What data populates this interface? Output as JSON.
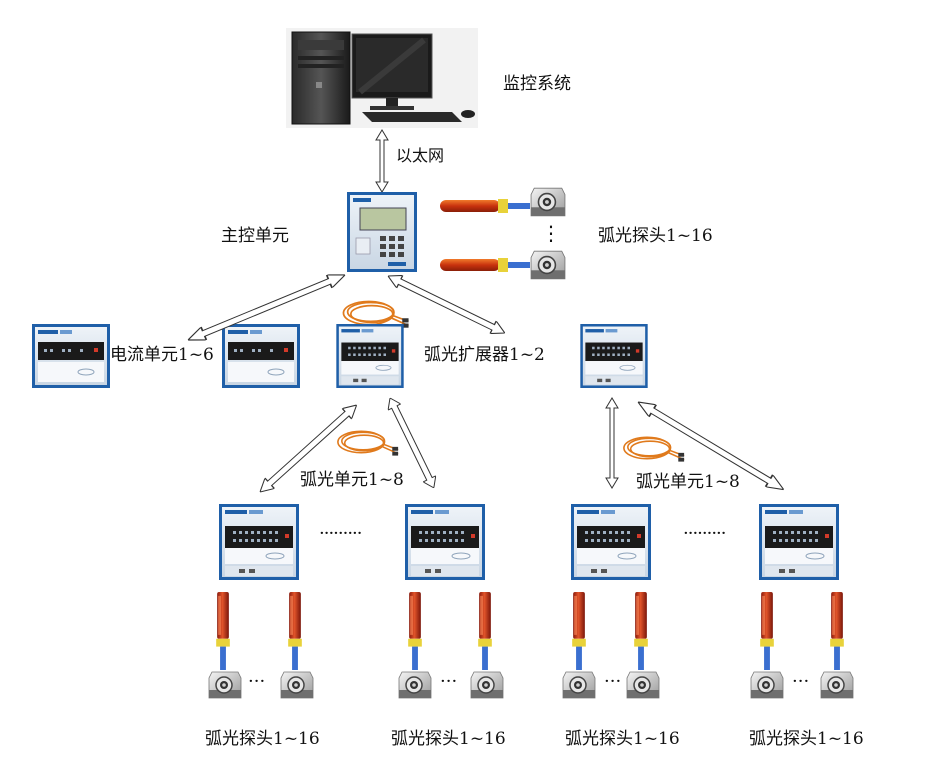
{
  "labels": {
    "monitor_system": "监控系统",
    "ethernet": "以太网",
    "main_control_unit": "主控单元",
    "arc_probe_top": "弧光探头1~16",
    "current_unit": "电流单元1~6",
    "arc_expander": "弧光扩展器1~2",
    "arc_unit_left": "弧光单元1~8",
    "arc_unit_right": "弧光单元1~8",
    "probe_group_1": "弧光探头1~16",
    "probe_group_2": "弧光探头1~16",
    "probe_group_3": "弧光探头1~16",
    "probe_group_4": "弧光探头1~16",
    "dots_long": "·········",
    "dots_short": "···",
    "dots_vertical": "⋮"
  },
  "colors": {
    "device_blue": "#1f5fa8",
    "device_panel": "#d8e3ef",
    "device_screen": "#1a1a1a",
    "fiber_orange": "#e07a1c",
    "probe_red": "#c4321c",
    "probe_yellow": "#e8d23a",
    "probe_blue": "#3a6fd0",
    "arrow_stroke": "#333333"
  },
  "icons": {
    "computer": "desktop-computer-icon",
    "main_unit": "main-control-unit-icon",
    "expander": "arc-expander-icon",
    "current_unit": "current-unit-icon",
    "arc_unit": "arc-unit-icon",
    "fiber": "fiber-coil-icon",
    "probe": "arc-probe-icon",
    "probe_sensor": "arc-sensor-icon"
  }
}
